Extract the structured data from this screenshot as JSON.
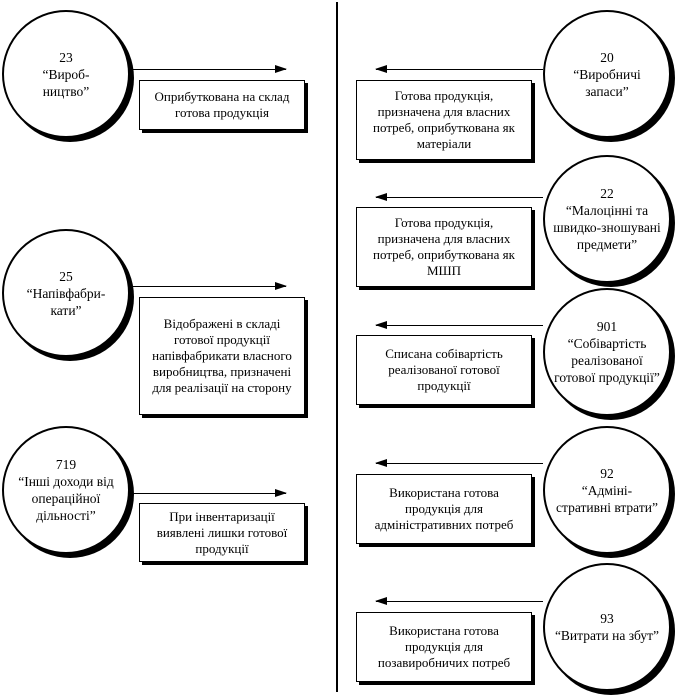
{
  "left": [
    {
      "account": "23",
      "name": "“Вироб-\nництво”",
      "entry": "Оприбуткована на склад готова продукція"
    },
    {
      "account": "25",
      "name": "“Напівфабри-\nкати”",
      "entry": "Відображені в складі готової продукції напівфабрикати власного виробництва, призначені для реалізації на сторону"
    },
    {
      "account": "719",
      "name": "“Інші доходи від операційної дільності”",
      "entry": "При інвентаризації виявлені лишки готової продукції"
    }
  ],
  "right": [
    {
      "account": "20",
      "name": "“Виробничі запаси”",
      "entry": "Готова продукція, призначена для власних потреб, оприбуткована як матеріали"
    },
    {
      "account": "22",
      "name": "“Малоцінні та швидко-зношувані предмети”",
      "entry": "Готова продукція, призначена для власних потреб, оприбуткована як МШП"
    },
    {
      "account": "901",
      "name": "“Собівартість реалізованої готової продукції”",
      "entry": "Списана собівартість реалізованої готової продукції"
    },
    {
      "account": "92",
      "name": "“Адміні-\nстративні втрати”",
      "entry": "Використана готова продукція для адміністративних потреб"
    },
    {
      "account": "93",
      "name": "“Витрати на збут”",
      "entry": "Використана готова продукція для позавиробничих потреб"
    }
  ]
}
